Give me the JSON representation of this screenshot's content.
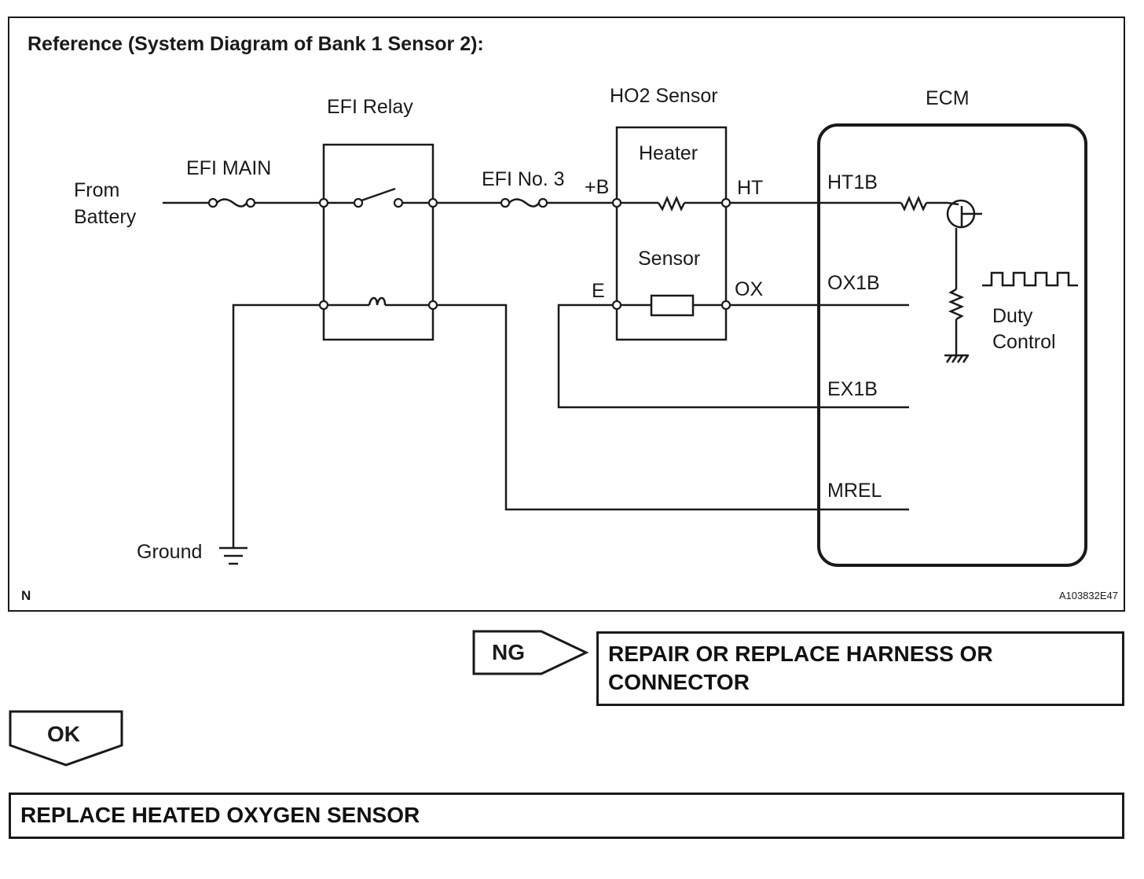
{
  "diagram": {
    "title": "Reference (System Diagram of Bank 1 Sensor 2):",
    "labels": {
      "from": "From",
      "battery": "Battery",
      "efi_main": "EFI MAIN",
      "efi_relay": "EFI Relay",
      "efi_no3": "EFI No. 3",
      "ho2_sensor": "HO2 Sensor",
      "heater": "Heater",
      "sensor": "Sensor",
      "plus_b": "+B",
      "ht": "HT",
      "e": "E",
      "ox": "OX",
      "ecm": "ECM",
      "ht1b": "HT1B",
      "ox1b": "OX1B",
      "ex1b": "EX1B",
      "mrel": "MREL",
      "duty": "Duty",
      "control": "Control",
      "ground": "Ground",
      "corner_n": "N",
      "figure_code": "A103832E47"
    }
  },
  "flow": {
    "ng_label": "NG",
    "ng_result_line1": "REPAIR OR REPLACE HARNESS OR",
    "ng_result_line2": "CONNECTOR",
    "ok_label": "OK",
    "ok_result": "REPLACE HEATED OXYGEN SENSOR"
  }
}
